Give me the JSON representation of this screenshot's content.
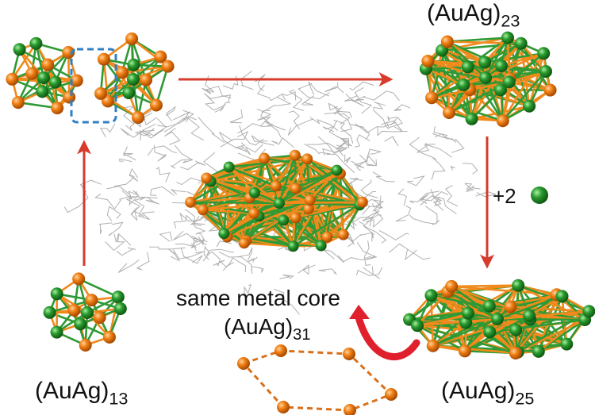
{
  "labels": {
    "cluster13": {
      "base": "(AuAg)",
      "sub": "13"
    },
    "cluster23": {
      "base": "(AuAg)",
      "sub": "23"
    },
    "cluster25": {
      "base": "(AuAg)",
      "sub": "25"
    },
    "cluster31": {
      "base": "(AuAg)",
      "sub": "31"
    },
    "same_core": "same metal core",
    "plus_two": "+2"
  },
  "colors": {
    "gold_atom": "#f07f14",
    "silver_atom": "#2a9a2f",
    "gold_bond": "#f08a1c",
    "silver_bond": "#2f9a35",
    "arrow": "#d63b2c",
    "curved_arrow": "#e0202c",
    "dashed_box": "#2f7fc4",
    "dashed_ring": "#d9701a",
    "ligand": "#b0b0b0"
  },
  "icons": [
    "silver-atom-icon"
  ]
}
